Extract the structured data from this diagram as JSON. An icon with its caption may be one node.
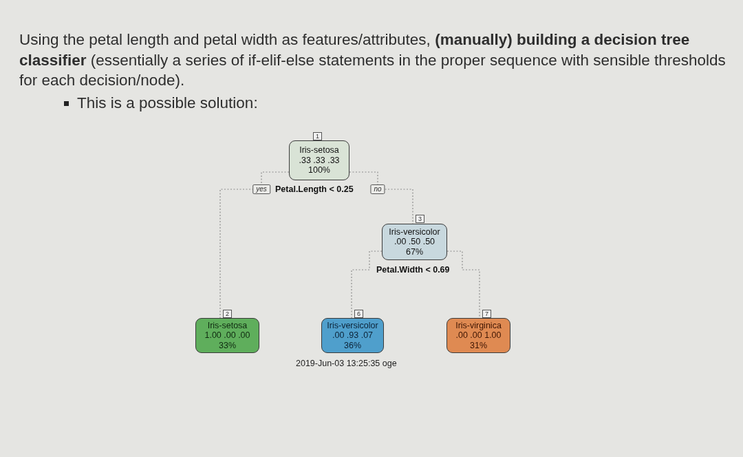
{
  "diagram": {
    "nodes": [
      {
        "text": [
          "Iris-setosa",
          ".33 .33 .33",
          "100%"
        ],
        "beside": [
          "1",
          "Petal.Length < 0.25"
        ]
      },
      {
        "text": [
          "Iris-versicolor",
          ".00 .50 .50",
          "67%"
        ],
        "beside": [
          "3",
          "Petal.Width < 0.69"
        ]
      },
      {
        "text": [
          "Iris-setosa",
          "1.00 .00 .00",
          "33%"
        ],
        "beside": [
          "2"
        ]
      },
      {
        "text": [
          "Iris-versicolor",
          ".00 .93 .07",
          "36%"
        ],
        "beside": [
          "6"
        ]
      },
      {
        "text": [
          "Iris-virginica",
          ".00 .00 1.00",
          "31%"
        ],
        "beside": [
          "7"
        ]
      }
    ],
    "edges": [
      {
        "from": 0,
        "to": 2,
        "arrow": "none",
        "label": "yes",
        "style": "dashed"
      },
      {
        "from": 0,
        "to": 1,
        "arrow": "none",
        "label": "no",
        "style": "dashed"
      },
      {
        "from": 1,
        "to": 3,
        "arrow": "none",
        "style": "dashed"
      },
      {
        "from": 1,
        "to": 4,
        "arrow": "none",
        "style": "dashed"
      }
    ],
    "labels": [
      "Using the petal length and petal width as features/attributes, **(manually) building a decision tree classifier** (essentially a series of if-elif-else statements in the proper sequence with sensible thresholds for each decision/node).",
      "This is a possible solution:",
      "2019-Jun-03 13:25:35 oge"
    ]
  }
}
